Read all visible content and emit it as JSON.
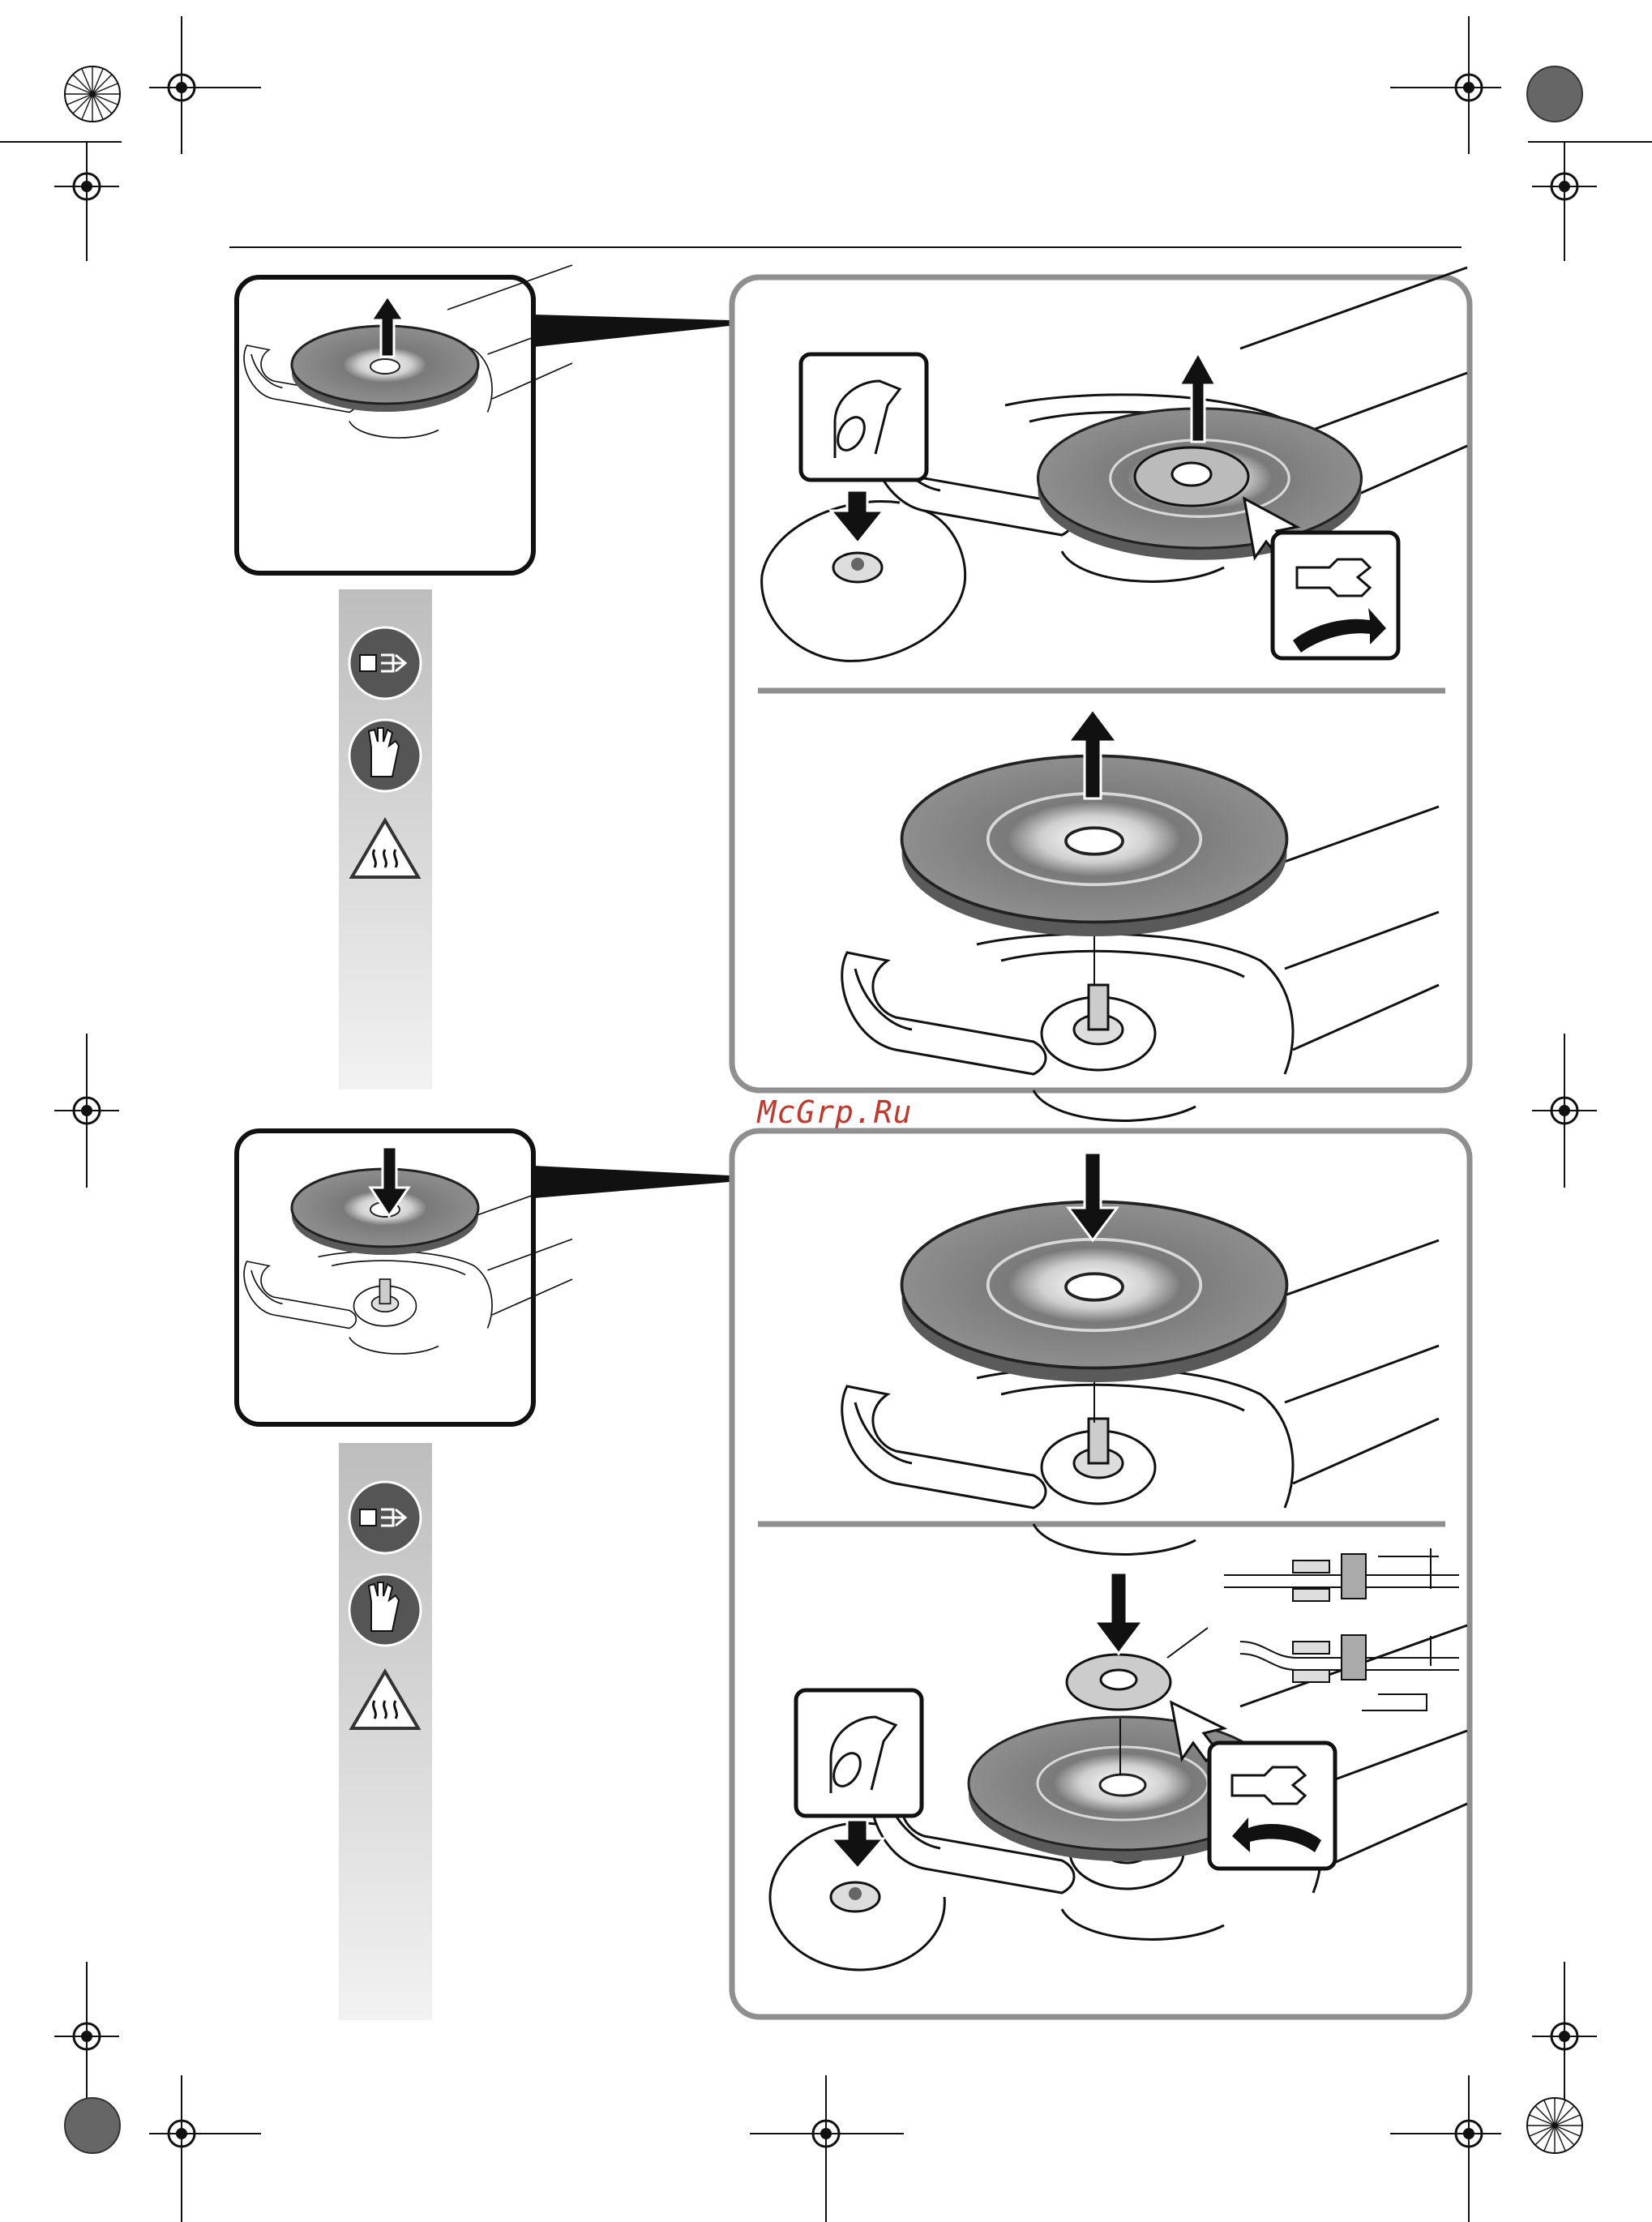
{
  "watermark": {
    "text": "McGrp.Ru",
    "color": "#c0392b"
  },
  "colors": {
    "frame_gray": "#8f8f8f",
    "disc_dark": "#6b6b6b",
    "disc_mid": "#9a9a9a",
    "disc_light": "#d4d4d4",
    "ink": "#111111",
    "side_strip": "#c8c8c8"
  },
  "sections": [
    {
      "id": "remove-disc",
      "action": "remove",
      "arrow_direction": "up",
      "safety_icons": [
        "unplug-icon",
        "gloves-icon",
        "hot-surface-warning-icon"
      ],
      "steps": [
        {
          "icons": [
            "finger-press-icon",
            "spindle-lock-button",
            "wrench-icon",
            "rotate-ccw-arrow"
          ]
        },
        {
          "icons": [
            "disc-lift-up-arrow"
          ]
        }
      ]
    },
    {
      "id": "mount-disc",
      "action": "mount",
      "arrow_direction": "down",
      "safety_icons": [
        "unplug-icon",
        "gloves-icon",
        "hot-surface-warning-icon"
      ],
      "steps": [
        {
          "icons": [
            "disc-lower-down-arrow"
          ]
        },
        {
          "icons": [
            "finger-press-icon",
            "spindle-lock-button",
            "wrench-icon",
            "rotate-cw-arrow",
            "flange-nut-orientation-detail"
          ]
        }
      ]
    }
  ]
}
